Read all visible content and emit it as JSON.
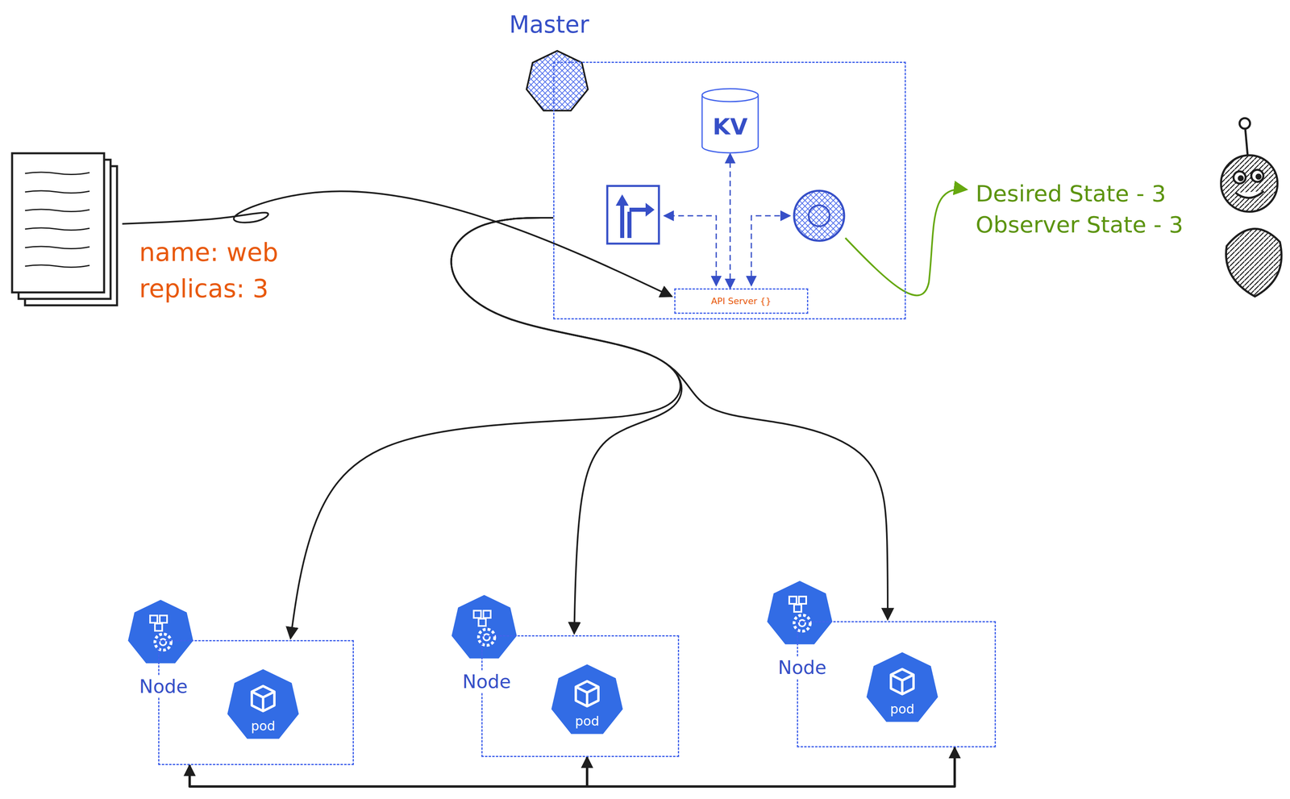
{
  "diagram": {
    "nodes": [
      {
        "text": [
          "name: web",
          "replicas: 3"
        ]
      },
      {
        "text": [
          "Master"
        ]
      },
      {
        "text": [
          "KV"
        ],
        "in": 1
      },
      {
        "text": [
          "API Server {}"
        ],
        "in": 1
      },
      {
        "text": [
          "Node"
        ]
      },
      {
        "text": [
          "pod"
        ],
        "in": 4
      },
      {
        "text": [
          "Node"
        ]
      },
      {
        "text": [
          "pod"
        ],
        "in": 6
      },
      {
        "text": [
          "Node"
        ]
      },
      {
        "text": [
          "pod"
        ],
        "in": 8
      }
    ],
    "edges": [
      {
        "from": 0,
        "to": 3,
        "arrow": "to"
      },
      {
        "from": 1,
        "to": 4,
        "arrow": "to"
      },
      {
        "from": 1,
        "to": 6,
        "arrow": "to"
      },
      {
        "from": 1,
        "to": 8,
        "arrow": "to"
      },
      {
        "from": 3,
        "to": 2,
        "arrow": "both"
      },
      {
        "from": 4,
        "to": 6,
        "arrow": "both"
      },
      {
        "from": 6,
        "to": 8,
        "arrow": "both"
      }
    ],
    "labels": [
      "Desired State - 3",
      "Observer State - 3"
    ]
  }
}
